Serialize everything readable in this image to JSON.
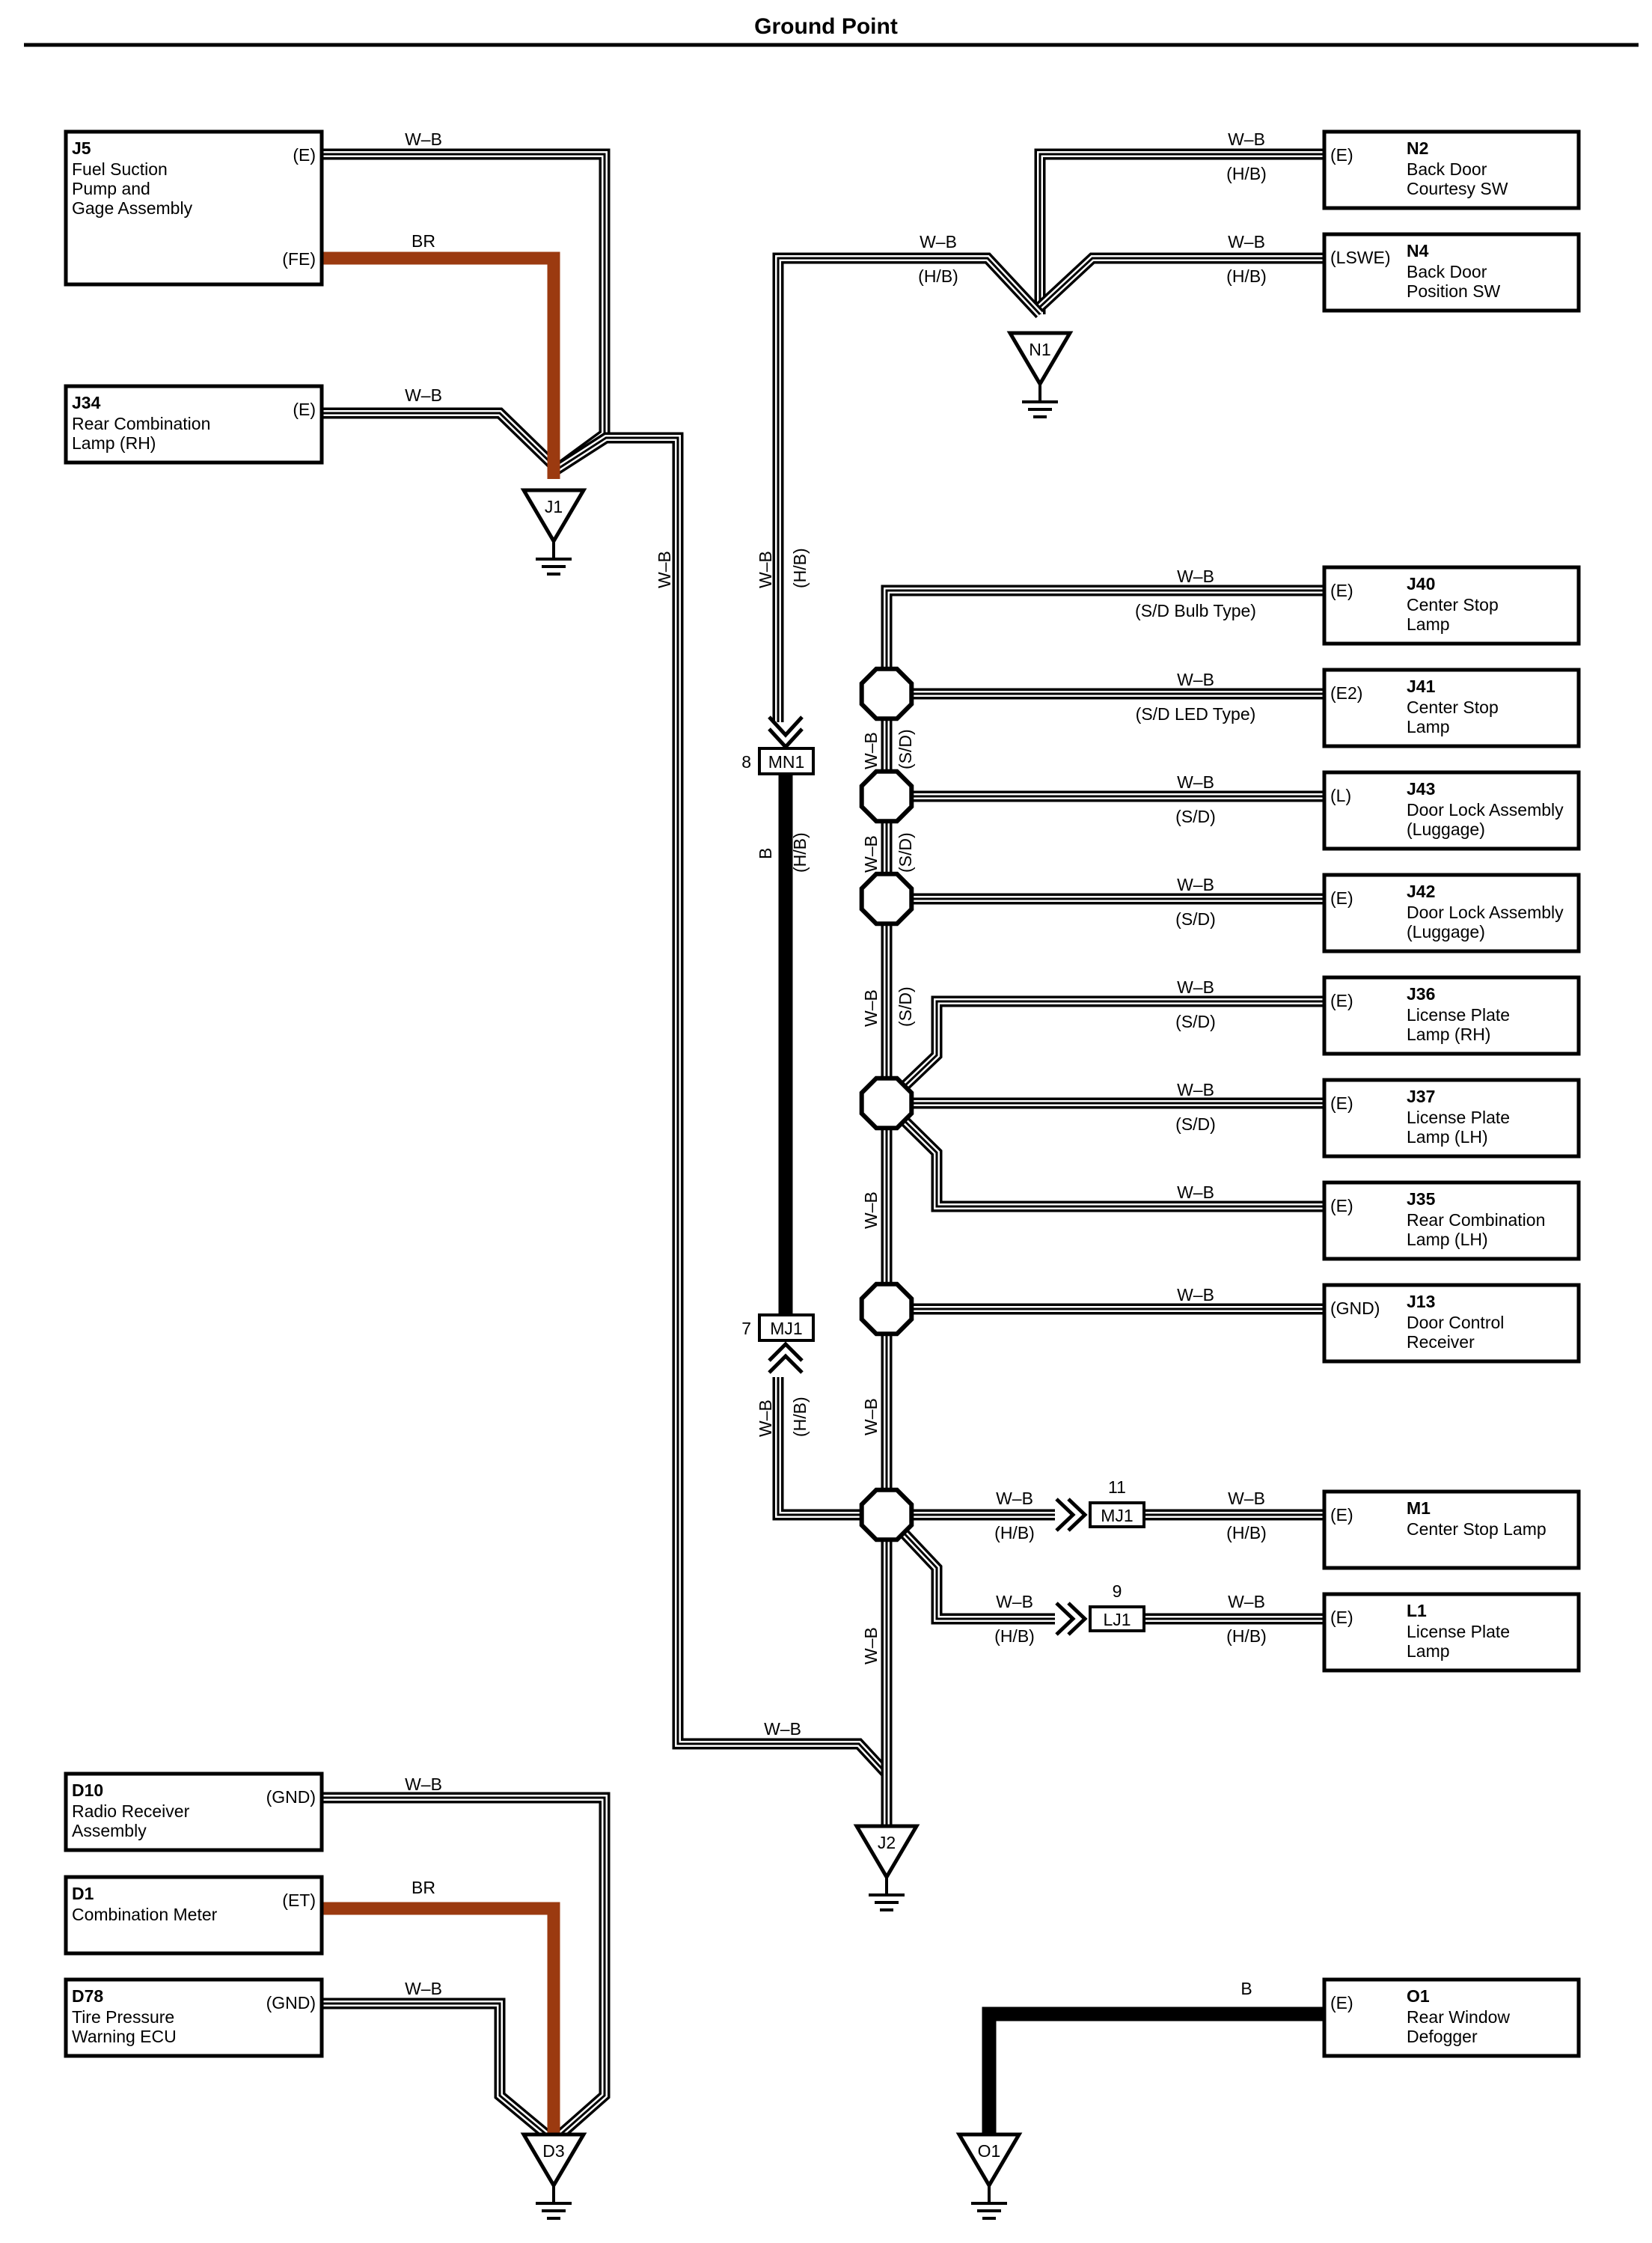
{
  "title": "Ground Point",
  "colors": {
    "wire_br": "#9b3a10",
    "wire_b": "#000000",
    "wire_wb": "#000000"
  },
  "wire_labels": {
    "wb": "W–B",
    "br": "BR",
    "b": "B",
    "hb": "(H/B)",
    "sd": "(S/D)",
    "sd_bulb": "(S/D Bulb Type)",
    "sd_led": "(S/D LED Type)"
  },
  "components": {
    "j5": {
      "id": "J5",
      "name_lines": [
        "Fuel Suction",
        "Pump and",
        "Gage Assembly"
      ],
      "pins": [
        "(E)",
        "(FE)"
      ]
    },
    "j34": {
      "id": "J34",
      "name_lines": [
        "Rear Combination",
        "Lamp (RH)"
      ],
      "pins": [
        "(E)"
      ]
    },
    "n2": {
      "id": "N2",
      "name_lines": [
        "Back Door",
        "Courtesy SW"
      ],
      "pins": [
        "(E)"
      ]
    },
    "n4": {
      "id": "N4",
      "name_lines": [
        "Back Door",
        "Position SW"
      ],
      "pins": [
        "(LSWE)"
      ]
    },
    "j40": {
      "id": "J40",
      "name_lines": [
        "Center Stop",
        "Lamp"
      ],
      "pins": [
        "(E)"
      ]
    },
    "j41": {
      "id": "J41",
      "name_lines": [
        "Center Stop",
        "Lamp"
      ],
      "pins": [
        "(E2)"
      ]
    },
    "j43": {
      "id": "J43",
      "name_lines": [
        "Door Lock Assembly",
        "(Luggage)"
      ],
      "pins": [
        "(L)"
      ]
    },
    "j42": {
      "id": "J42",
      "name_lines": [
        "Door Lock Assembly",
        "(Luggage)"
      ],
      "pins": [
        "(E)"
      ]
    },
    "j36": {
      "id": "J36",
      "name_lines": [
        "License Plate",
        "Lamp (RH)"
      ],
      "pins": [
        "(E)"
      ]
    },
    "j37": {
      "id": "J37",
      "name_lines": [
        "License Plate",
        "Lamp (LH)"
      ],
      "pins": [
        "(E)"
      ]
    },
    "j35": {
      "id": "J35",
      "name_lines": [
        "Rear Combination",
        "Lamp (LH)"
      ],
      "pins": [
        "(E)"
      ]
    },
    "j13": {
      "id": "J13",
      "name_lines": [
        "Door Control",
        "Receiver"
      ],
      "pins": [
        "(GND)"
      ]
    },
    "m1": {
      "id": "M1",
      "name_lines": [
        "Center Stop Lamp"
      ],
      "pins": [
        "(E)"
      ]
    },
    "l1": {
      "id": "L1",
      "name_lines": [
        "License Plate",
        "Lamp"
      ],
      "pins": [
        "(E)"
      ]
    },
    "d10": {
      "id": "D10",
      "name_lines": [
        "Radio Receiver",
        "Assembly"
      ],
      "pins": [
        "(GND)"
      ]
    },
    "d1": {
      "id": "D1",
      "name_lines": [
        "Combination Meter"
      ],
      "pins": [
        "(ET)"
      ]
    },
    "d78": {
      "id": "D78",
      "name_lines": [
        "Tire Pressure",
        "Warning ECU"
      ],
      "pins": [
        "(GND)"
      ]
    },
    "o1": {
      "id": "O1",
      "name_lines": [
        "Rear Window",
        "Defogger"
      ],
      "pins": [
        "(E)"
      ]
    }
  },
  "grounds": {
    "j1": "J1",
    "n1": "N1",
    "j2": "J2",
    "d3": "D3",
    "o1": "O1"
  },
  "connectors": {
    "mn1": {
      "id": "MN1",
      "pin": "8"
    },
    "mj1_top": {
      "id": "MJ1",
      "pin": "7"
    },
    "mj1_right": {
      "id": "MJ1",
      "pin": "11"
    },
    "lj1": {
      "id": "LJ1",
      "pin": "9"
    }
  }
}
